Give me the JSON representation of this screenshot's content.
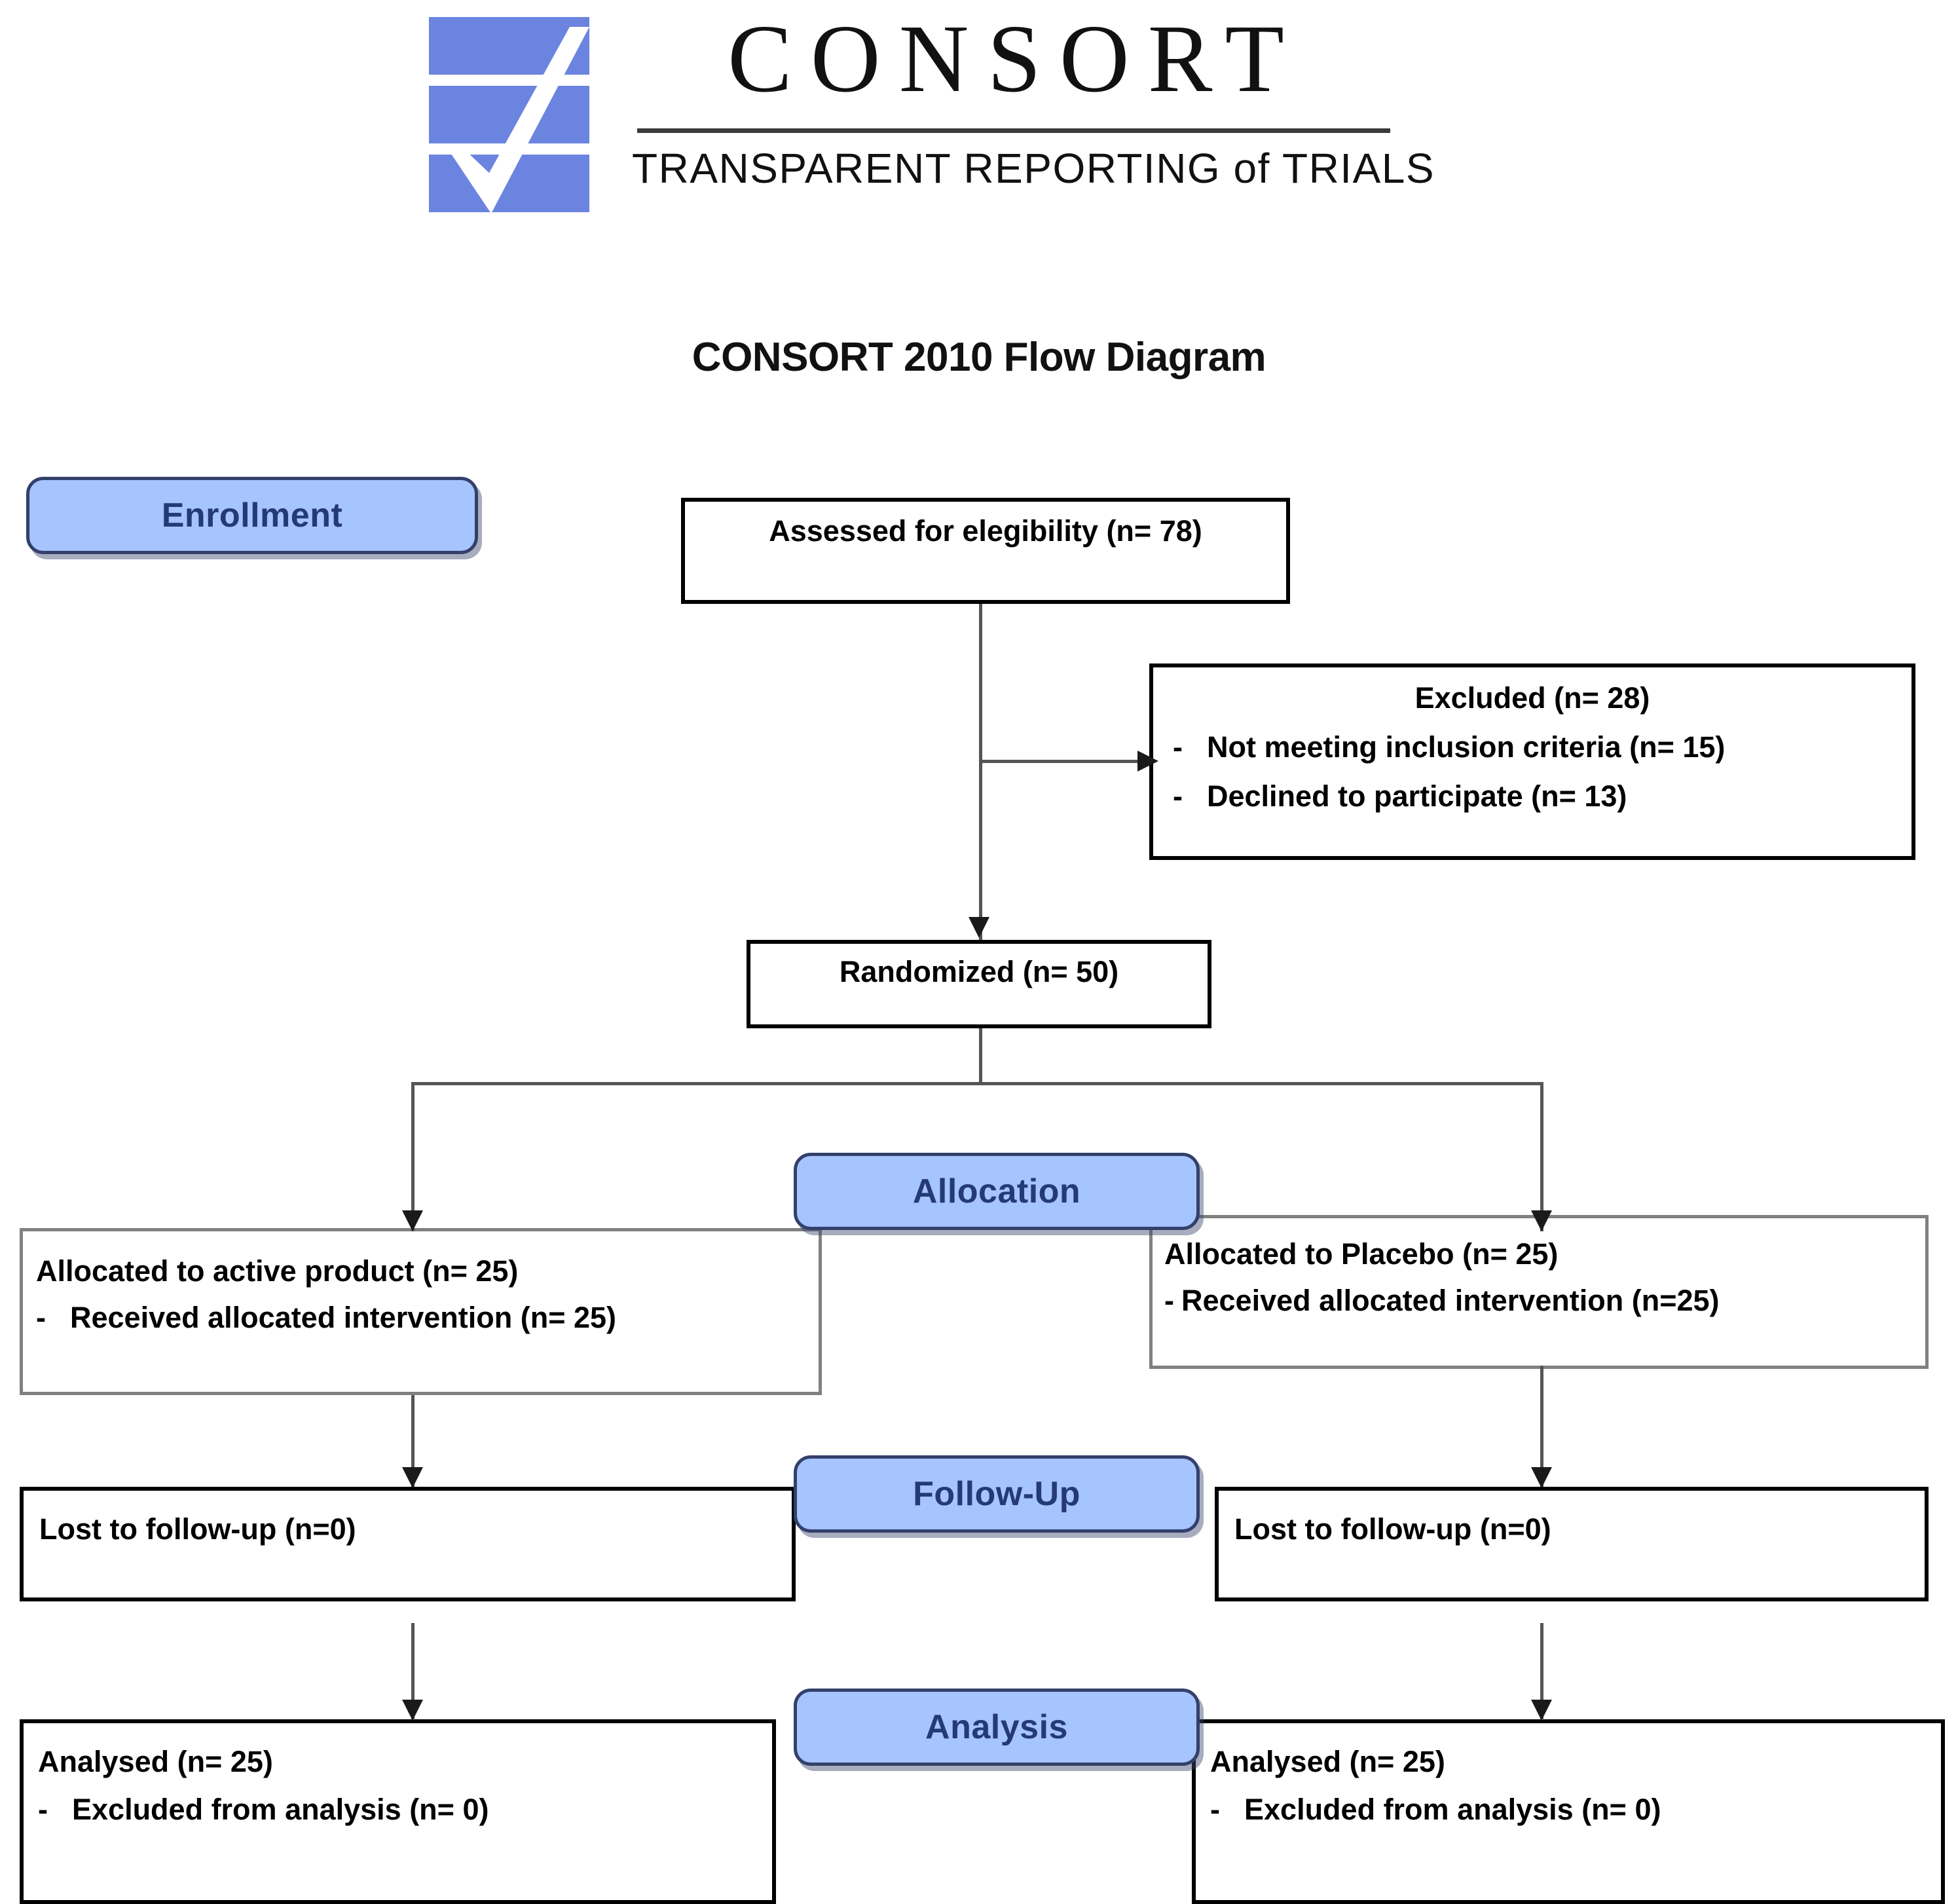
{
  "logo": {
    "wordmark": "CONSORT",
    "tagline": "TRANSPARENT REPORTING of TRIALS",
    "mark_color": "#6b84df"
  },
  "title": "CONSORT 2010 Flow Diagram",
  "colors": {
    "badge_fill": "#a6c4fd",
    "badge_border": "#33406b",
    "badge_text": "#243a77",
    "box_border_black": "#000000",
    "box_border_gray": "#808080",
    "connector": "#555555"
  },
  "stages": [
    {
      "id": "enrollment",
      "label": "Enrollment"
    },
    {
      "id": "allocation",
      "label": "Allocation"
    },
    {
      "id": "followup",
      "label": "Follow-Up"
    },
    {
      "id": "analysis",
      "label": "Analysis"
    }
  ],
  "boxes": {
    "assessed": {
      "lines": [
        "Assessed for elegibility (n= 78)"
      ],
      "n": 78
    },
    "excluded": {
      "heading": "Excluded (n= 28)",
      "items": [
        {
          "dash": "-",
          "text": "Not meeting inclusion criteria (n= 15)"
        },
        {
          "dash": "-",
          "text": "Declined to participate (n= 13)"
        }
      ],
      "n": 28
    },
    "randomized": {
      "lines": [
        "Randomized (n= 50)"
      ],
      "n": 50
    },
    "alloc_left": {
      "heading": "Allocated to active product (n= 25)",
      "items": [
        {
          "dash": "-",
          "text": "Received allocated intervention (n= 25)"
        }
      ],
      "n": 25
    },
    "alloc_right": {
      "heading": "Allocated to Placebo (n= 25)",
      "items": [
        {
          "dash": "-",
          "text": "Received allocated intervention (n=25)"
        }
      ],
      "n": 25
    },
    "lost_left": {
      "lines": [
        "Lost to follow-up (n=0)"
      ],
      "n": 0
    },
    "lost_right": {
      "lines": [
        "Lost to follow-up (n=0)"
      ],
      "n": 0
    },
    "analysed_left": {
      "heading": "Analysed (n= 25)",
      "items": [
        {
          "dash": "-",
          "text": "Excluded from analysis (n= 0)"
        }
      ],
      "n": 25
    },
    "analysed_right": {
      "heading": "Analysed (n= 25)",
      "items": [
        {
          "dash": "-",
          "text": "Excluded from analysis (n= 0)"
        }
      ],
      "n": 25
    }
  },
  "chart_data": {
    "type": "diagram",
    "title": "CONSORT 2010 Flow Diagram",
    "nodes": [
      {
        "id": "assessed",
        "stage": "Enrollment",
        "label": "Assessed for elegibility (n= 78)",
        "n": 78
      },
      {
        "id": "excluded",
        "stage": "Enrollment",
        "label": "Excluded (n= 28)",
        "n": 28,
        "children": [
          {
            "label": "Not meeting inclusion criteria (n= 15)",
            "n": 15
          },
          {
            "label": "Declined to participate (n= 13)",
            "n": 13
          }
        ]
      },
      {
        "id": "randomized",
        "stage": "Enrollment",
        "label": "Randomized (n= 50)",
        "n": 50
      },
      {
        "id": "alloc_left",
        "stage": "Allocation",
        "label": "Allocated to active product (n= 25)",
        "n": 25
      },
      {
        "id": "alloc_right",
        "stage": "Allocation",
        "label": "Allocated to Placebo (n= 25)",
        "n": 25
      },
      {
        "id": "lost_left",
        "stage": "Follow-Up",
        "label": "Lost to follow-up (n=0)",
        "n": 0
      },
      {
        "id": "lost_right",
        "stage": "Follow-Up",
        "label": "Lost to follow-up (n=0)",
        "n": 0
      },
      {
        "id": "analysed_left",
        "stage": "Analysis",
        "label": "Analysed (n= 25)",
        "n": 25
      },
      {
        "id": "analysed_right",
        "stage": "Analysis",
        "label": "Analysed (n= 25)",
        "n": 25
      }
    ],
    "edges": [
      {
        "from": "assessed",
        "to": "excluded"
      },
      {
        "from": "assessed",
        "to": "randomized"
      },
      {
        "from": "randomized",
        "to": "alloc_left"
      },
      {
        "from": "randomized",
        "to": "alloc_right"
      },
      {
        "from": "alloc_left",
        "to": "lost_left"
      },
      {
        "from": "alloc_right",
        "to": "lost_right"
      },
      {
        "from": "lost_left",
        "to": "analysed_left"
      },
      {
        "from": "lost_right",
        "to": "analysed_right"
      }
    ]
  }
}
